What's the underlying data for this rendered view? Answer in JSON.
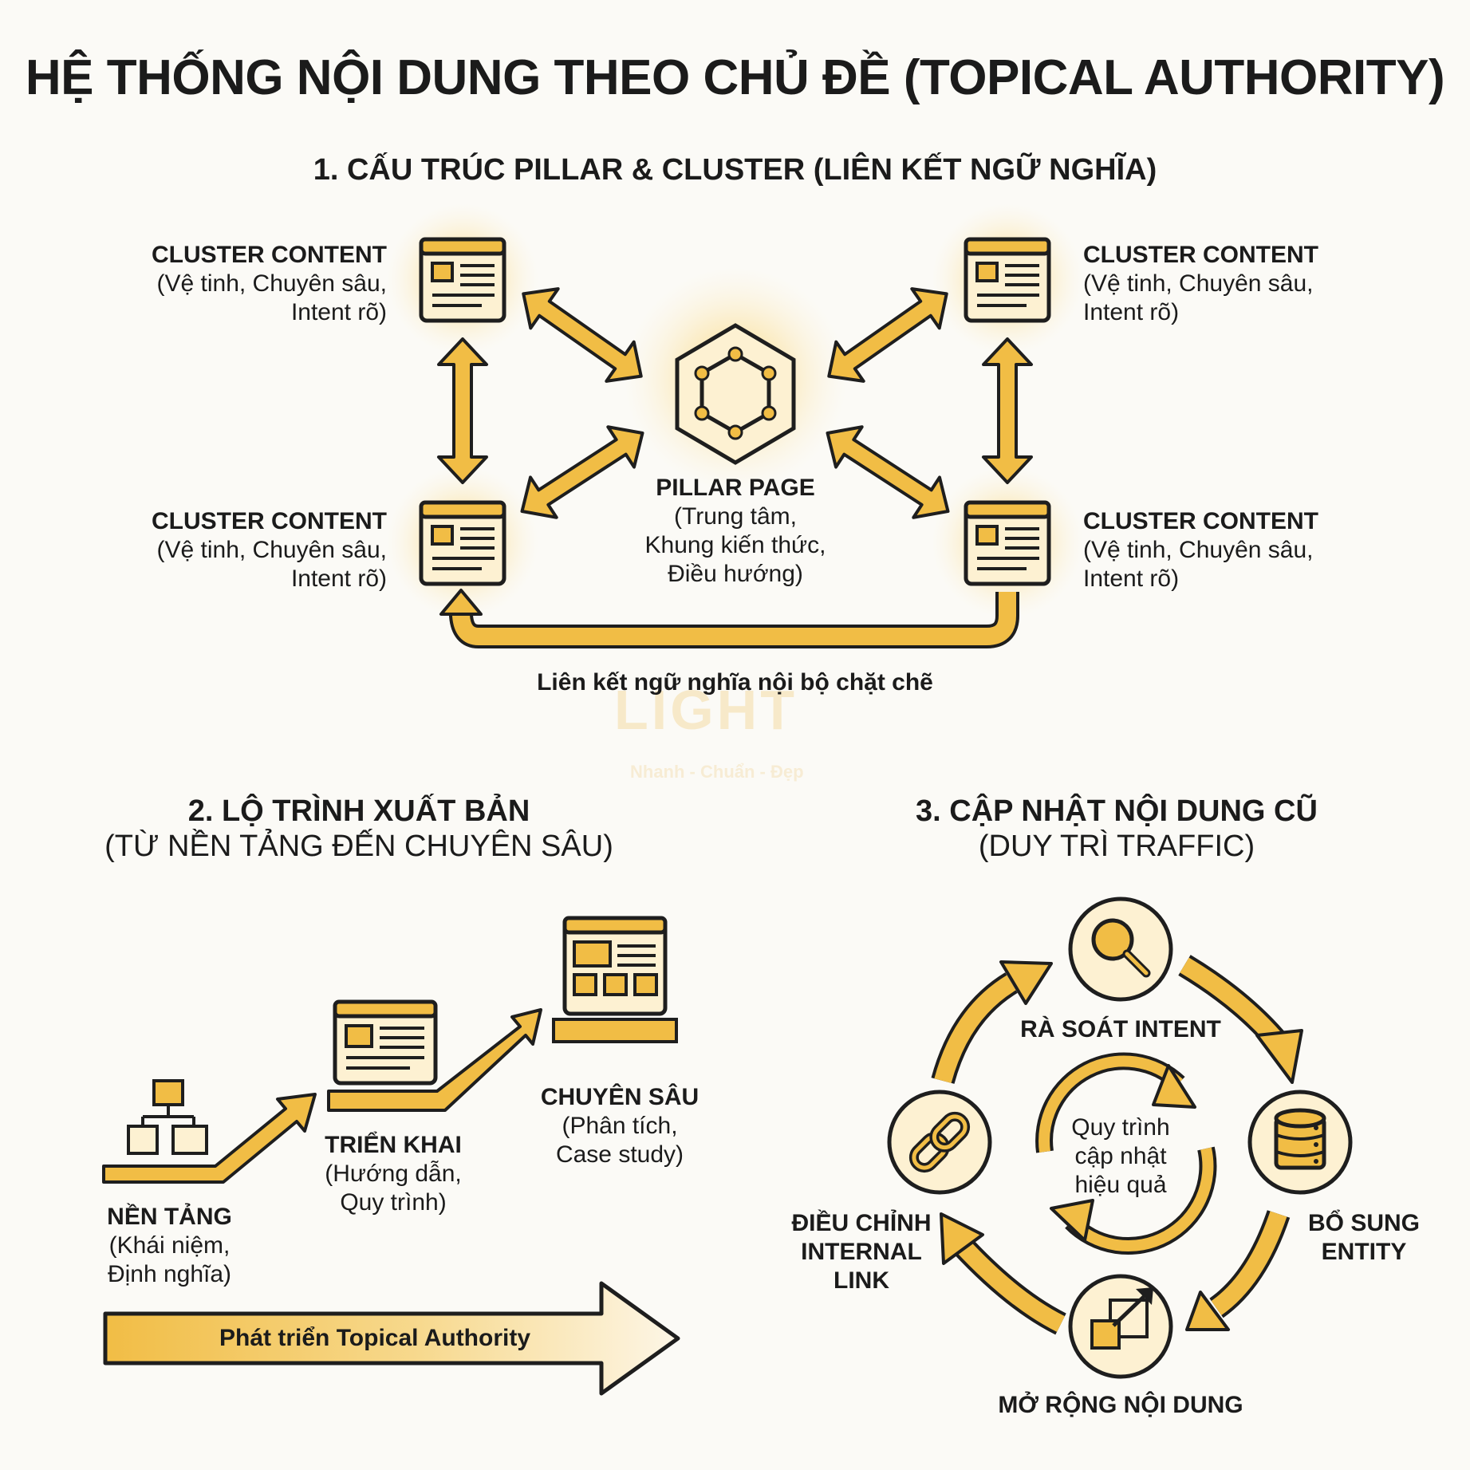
{
  "title": "HỆ THỐNG NỘI DUNG THEO CHỦ ĐỀ (TOPICAL AUTHORITY)",
  "section1": {
    "heading": "1. CẤU TRÚC PILLAR & CLUSTER (LIÊN KẾT NGỮ NGHĨA)",
    "clusters": [
      {
        "title": "CLUSTER CONTENT",
        "line1": "(Vệ tinh, Chuyên sâu,",
        "line2": "Intent rõ)"
      },
      {
        "title": "CLUSTER CONTENT",
        "line1": "(Vệ tinh, Chuyên sâu,",
        "line2": "Intent rõ)"
      },
      {
        "title": "CLUSTER CONTENT",
        "line1": "(Vệ tinh, Chuyên sâu,",
        "line2": "Intent rõ)"
      },
      {
        "title": "CLUSTER CONTENT",
        "line1": "(Vệ tinh, Chuyên sâu,",
        "line2": "Intent rõ)"
      }
    ],
    "pillar": {
      "title": "PILLAR PAGE",
      "line1": "(Trung tâm,",
      "line2": "Khung kiến thức,",
      "line3": "Điều hướng)"
    },
    "caption": "Liên kết ngữ nghĩa nội bộ chặt chẽ"
  },
  "section2": {
    "heading": "2. LỘ TRÌNH XUẤT BẢN",
    "subheading": "(TỪ NỀN TẢNG ĐẾN CHUYÊN SÂU)",
    "steps": [
      {
        "title": "NỀN TẢNG",
        "line1": "(Khái niệm,",
        "line2": "Định nghĩa)"
      },
      {
        "title": "TRIỂN KHAI",
        "line1": "(Hướng dẫn,",
        "line2": "Quy trình)"
      },
      {
        "title": "CHUYÊN SÂU",
        "line1": "(Phân tích,",
        "line2": "Case study)"
      }
    ],
    "arrow_label": "Phát triển Topical Authority"
  },
  "section3": {
    "heading": "3. CẬP NHẬT NỘI DUNG CŨ",
    "subheading": "(DUY TRÌ TRAFFIC)",
    "center_line1": "Quy trình",
    "center_line2": "cập nhật",
    "center_line3": "hiệu quả",
    "nodes": {
      "top": "RÀ SOÁT INTENT",
      "right_line1": "BỔ SUNG",
      "right_line2": "ENTITY",
      "bottom": "MỞ RỘNG NỘI DUNG",
      "left_line1": "ĐIỀU CHỈNH",
      "left_line2": "INTERNAL",
      "left_line3": "LINK"
    }
  },
  "watermark": {
    "brand": "LIGHT",
    "tagline": "Nhanh - Chuẩn - Đẹp"
  },
  "colors": {
    "accent": "#f1bd45",
    "stroke": "#1e1e1e",
    "cream": "#fdf1d2",
    "glow": "#f9d77a"
  }
}
